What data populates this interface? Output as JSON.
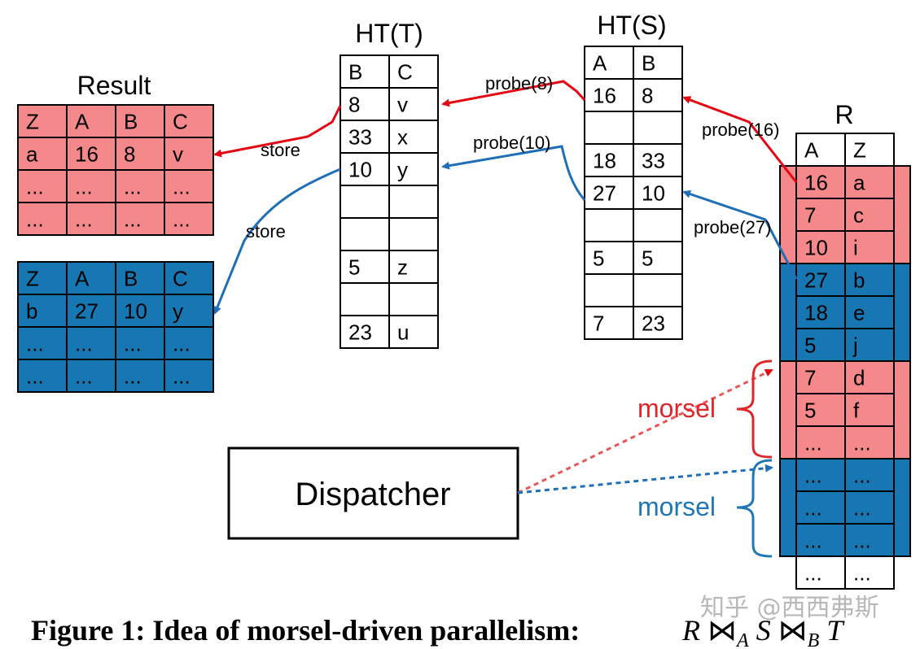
{
  "colors": {
    "red_fill": "#f4888a",
    "blue_fill": "#1777b2",
    "red_line": "#e30613",
    "blue_line": "#1f6fb8",
    "morsel_red": "#e0262a",
    "morsel_blue": "#1f78b4",
    "border": "#000000"
  },
  "result": {
    "title": "Result",
    "red_table": {
      "rows": [
        [
          "Z",
          "A",
          "B",
          "C"
        ],
        [
          "a",
          "16",
          "8",
          "v"
        ],
        [
          "...",
          "...",
          "...",
          "..."
        ],
        [
          "...",
          "...",
          "...",
          "..."
        ]
      ]
    },
    "blue_table": {
      "rows": [
        [
          "Z",
          "A",
          "B",
          "C"
        ],
        [
          "b",
          "27",
          "10",
          "y"
        ],
        [
          "...",
          "...",
          "...",
          "..."
        ],
        [
          "...",
          "...",
          "...",
          "..."
        ]
      ]
    }
  },
  "ht_t": {
    "title": "HT(T)",
    "rows": [
      [
        "B",
        "C"
      ],
      [
        "8",
        "v"
      ],
      [
        "33",
        "x"
      ],
      [
        "10",
        "y"
      ],
      [
        "",
        ""
      ],
      [
        "",
        ""
      ],
      [
        "5",
        "z"
      ],
      [
        "",
        ""
      ],
      [
        "23",
        "u"
      ]
    ]
  },
  "ht_s": {
    "title": "HT(S)",
    "rows": [
      [
        "A",
        "B"
      ],
      [
        "16",
        "8"
      ],
      [
        "",
        ""
      ],
      [
        "18",
        "33"
      ],
      [
        "27",
        "10"
      ],
      [
        "",
        ""
      ],
      [
        "5",
        "5"
      ],
      [
        "",
        ""
      ],
      [
        "7",
        "23"
      ]
    ]
  },
  "r": {
    "title": "R",
    "rows": [
      [
        "A",
        "Z"
      ],
      [
        "16",
        "a"
      ],
      [
        "7",
        "c"
      ],
      [
        "10",
        "i"
      ],
      [
        "27",
        "b"
      ],
      [
        "18",
        "e"
      ],
      [
        "5",
        "j"
      ],
      [
        "7",
        "d"
      ],
      [
        "5",
        "f"
      ],
      [
        "...",
        "..."
      ],
      [
        "...",
        "..."
      ],
      [
        "...",
        "..."
      ],
      [
        "...",
        "..."
      ],
      [
        "...",
        "..."
      ]
    ]
  },
  "labels": {
    "probe_8": "probe(8)",
    "probe_10": "probe(10)",
    "probe_16": "probe(16)",
    "probe_27": "probe(27)",
    "store_red": "store",
    "store_blue": "store",
    "morsel_red": "morsel",
    "morsel_blue": "morsel"
  },
  "dispatcher": {
    "label": "Dispatcher"
  },
  "caption": {
    "text": "Figure 1: Idea of morsel-driven parallelism:",
    "formula": "R ⋈A S ⋈B T"
  },
  "watermark": "知乎 @西西弗斯"
}
